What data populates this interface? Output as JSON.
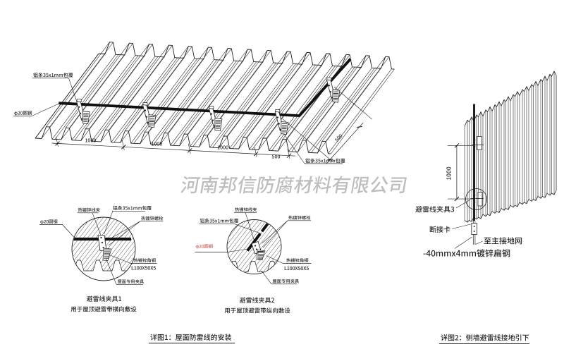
{
  "palette": {
    "line": "#1e1e1e",
    "red": "#cf5a55",
    "watermark": "#bdbdbd"
  },
  "watermark": {
    "text": "河南邦信防腐材料有限公司"
  },
  "roof_view": {
    "label_strip_top": "铝条35x1mm包覆",
    "label_rod": "φ20圆钢",
    "label_strip_bottom": "铝条35x1mm包覆",
    "dims": {
      "seg1": "1000",
      "seg2": "1000",
      "seg3": "1000",
      "seg4": "500",
      "slope": "500"
    }
  },
  "detail1": {
    "label_wire_clamp": "热镀锌线夹",
    "label_strip": "铝条35x1mm包覆",
    "label_bolt": "热镀锌螺栓",
    "label_rod": "φ20圆钢",
    "label_angle": "热镀锌角钢",
    "label_angle_spec": "L100X50X5",
    "label_roof_clamp": "屋面专用夹具",
    "title": "避雷线夹具1",
    "subtitle": "用于屋顶避雷带横向敷设"
  },
  "detail2": {
    "label_wire_clamp": "热镀锌线夹",
    "label_strip": "铝条35x1mm包覆",
    "label_bolt": "热镀锌螺栓",
    "label_rod": "φ20圆钢",
    "label_angle": "热镀锌角钢",
    "label_angle_spec": "L100X50X5",
    "label_roof_clamp": "屋面专用夹具",
    "title": "避雷线夹具2",
    "subtitle": "用于屋顶避雷带纵向敷设"
  },
  "wall_view": {
    "label_clamp3": "避雷线夹具3",
    "label_disconnect": "断接卡",
    "label_to_ground": "至主接地网",
    "label_flat_steel": "-40mmx4mm镀锌扁钢",
    "dim": "1000"
  },
  "captions": {
    "detail1": "详图1：屋面防雷线的安装",
    "detail2": "详图2：侧墙避雷线接地引下"
  }
}
